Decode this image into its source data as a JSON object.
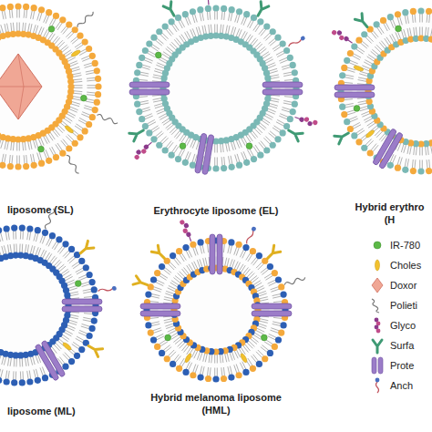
{
  "diagram": {
    "nodes": [
      {
        "text": [
          "liposome (SL)"
        ]
      },
      {
        "text": [
          "Erythrocyte liposome (EL)"
        ]
      },
      {
        "text": [
          "Hybrid erythro (H"
        ]
      },
      {
        "text": [
          "liposome (ML)"
        ]
      },
      {
        "text": [
          "Hybrid melanoma liposome (HML)"
        ]
      }
    ],
    "legend": [
      {
        "text": "IR-780",
        "color": "#5cb947"
      },
      {
        "text": "Choles",
        "color": "#f2c12e"
      },
      {
        "text": "Doxor"
      },
      {
        "text": "Polieti"
      },
      {
        "text": "Glyco"
      },
      {
        "text": "Surfa"
      },
      {
        "text": "Prote"
      },
      {
        "text": "Anch"
      }
    ]
  }
}
